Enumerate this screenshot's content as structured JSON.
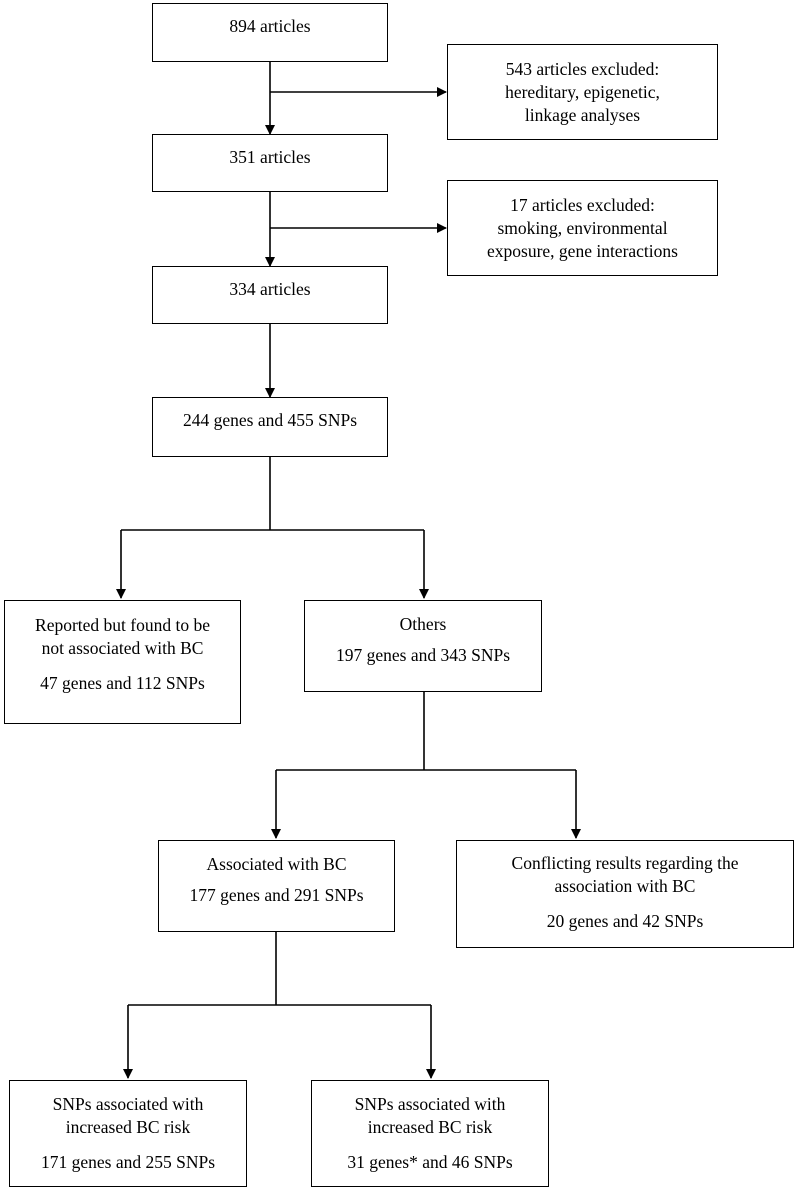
{
  "boxes": {
    "start": {
      "text": "894 articles"
    },
    "excluded1": {
      "lines": [
        "543 articles excluded:",
        "hereditary, epigenetic,",
        "linkage analyses"
      ]
    },
    "after1": {
      "text": "351 articles"
    },
    "excluded2": {
      "lines": [
        "17 articles excluded:",
        "smoking, environmental",
        "exposure, gene interactions"
      ]
    },
    "after2": {
      "text": "334 articles"
    },
    "genes_snps": {
      "text": "244 genes and 455 SNPs"
    },
    "not_associated": {
      "lines": [
        "Reported but found to be",
        "not associated with BC"
      ],
      "count": "47 genes and 112 SNPs"
    },
    "others": {
      "label": "Others",
      "count": "197 genes and 343 SNPs"
    },
    "associated": {
      "label": "Associated with BC",
      "count": "177 genes and 291 SNPs"
    },
    "conflicting": {
      "lines": [
        "Conflicting results regarding the",
        "association with BC"
      ],
      "count": "20 genes and 42 SNPs"
    },
    "increased_risk_a": {
      "lines": [
        "SNPs associated with",
        "increased BC risk"
      ],
      "count": "171 genes and 255 SNPs"
    },
    "increased_risk_b": {
      "lines": [
        "SNPs associated with",
        "increased BC risk"
      ],
      "count": "31 genes* and 46 SNPs"
    }
  }
}
